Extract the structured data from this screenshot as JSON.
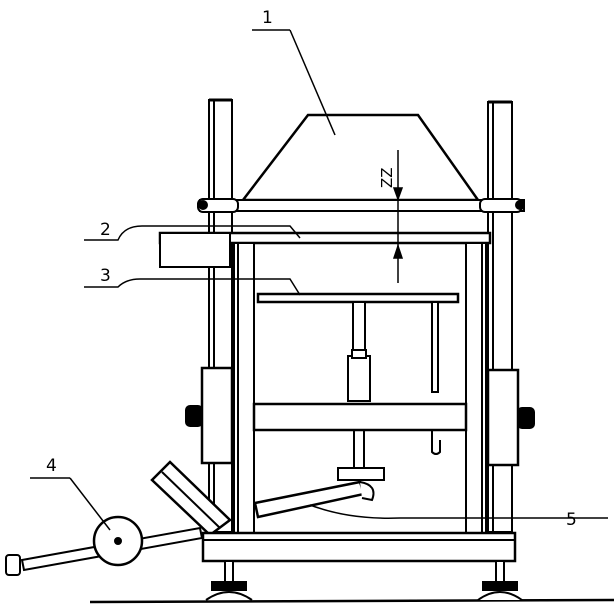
{
  "callouts": {
    "c1": "1",
    "c2": "2",
    "c3": "3",
    "c4": "4",
    "c5": "5"
  },
  "dimension_label": "ZZ",
  "colors": {
    "line": "#000000",
    "background": "#ffffff"
  }
}
